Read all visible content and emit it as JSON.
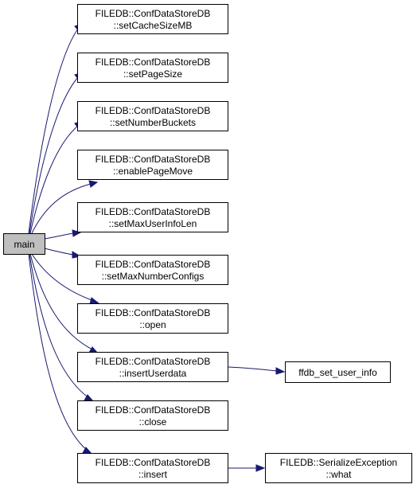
{
  "root": {
    "label": "main",
    "fill": "#bfbfbf"
  },
  "edge_color": "#191970",
  "callees": [
    {
      "line1": "FILEDB::ConfDataStoreDB",
      "line2": "::setCacheSizeMB"
    },
    {
      "line1": "FILEDB::ConfDataStoreDB",
      "line2": "::setPageSize"
    },
    {
      "line1": "FILEDB::ConfDataStoreDB",
      "line2": "::setNumberBuckets"
    },
    {
      "line1": "FILEDB::ConfDataStoreDB",
      "line2": "::enablePageMove"
    },
    {
      "line1": "FILEDB::ConfDataStoreDB",
      "line2": "::setMaxUserInfoLen"
    },
    {
      "line1": "FILEDB::ConfDataStoreDB",
      "line2": "::setMaxNumberConfigs"
    },
    {
      "line1": "FILEDB::ConfDataStoreDB",
      "line2": "::open"
    },
    {
      "line1": "FILEDB::ConfDataStoreDB",
      "line2": "::insertUserdata"
    },
    {
      "line1": "FILEDB::ConfDataStoreDB",
      "line2": "::close"
    },
    {
      "line1": "FILEDB::ConfDataStoreDB",
      "line2": "::insert"
    }
  ],
  "secondary": [
    {
      "label": "ffdb_set_user_info",
      "from_index": 7
    },
    {
      "line1": "FILEDB::SerializeException",
      "line2": "::what",
      "from_index": 9
    }
  ]
}
